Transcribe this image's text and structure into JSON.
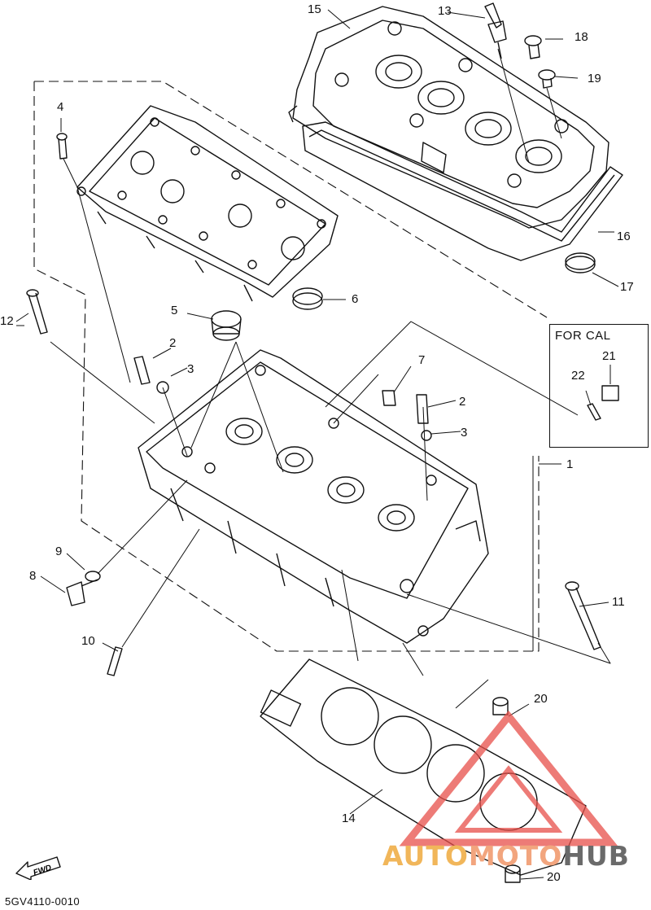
{
  "callouts": {
    "c1": "1",
    "c2a": "2",
    "c2b": "2",
    "c3a": "3",
    "c3b": "3",
    "c4": "4",
    "c5": "5",
    "c6": "6",
    "c7": "7",
    "c8": "8",
    "c9": "9",
    "c10": "10",
    "c11": "11",
    "c12": "12",
    "c13": "13",
    "c14": "14",
    "c15": "15",
    "c16": "16",
    "c17": "17",
    "c18": "18",
    "c19": "19",
    "c20a": "20",
    "c20b": "20",
    "c21": "21",
    "c22": "22"
  },
  "cal_box": {
    "title": "FOR CAL"
  },
  "fwd_label": "FWD",
  "diagram_code": "5GV4110-0010",
  "watermark": {
    "part_a": "AUTO",
    "part_b": "MOTO",
    "part_c": "HUB"
  },
  "colors": {
    "line": "#111111",
    "logo_red": "#e8504a",
    "logo_orange": "#f1b65a",
    "logo_gray": "#6a6a6a"
  }
}
